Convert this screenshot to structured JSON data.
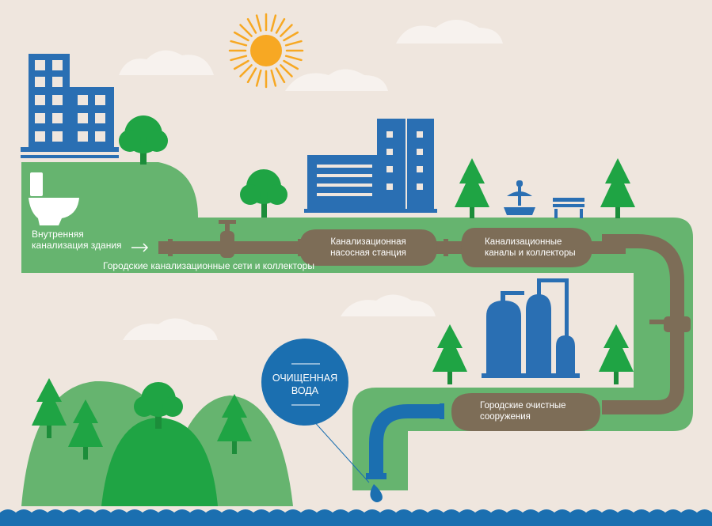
{
  "labels": {
    "internal_sewer_line1": "Внутренняя",
    "internal_sewer_line2": "канализация здания",
    "city_networks": "Городские канализационные сети и коллекторы",
    "pump_station_line1": "Канализационная",
    "pump_station_line2": "насосная станция",
    "sewer_channels_line1": "Канализационные",
    "sewer_channels_line2": "каналы и коллекторы",
    "treatment_line1": "Городские очистные",
    "treatment_line2": "сооружения",
    "purified_line1": "ОЧИЩЕННАЯ",
    "purified_line2": "ВОДА"
  },
  "colors": {
    "background": "#efe6de",
    "green": "#66b46f",
    "dark_green": "#2a9b45",
    "tree_green": "#1fa444",
    "blue": "#2a6fb3",
    "pipe_brown": "#7d6d57",
    "water_blue": "#1b6fb0",
    "sun": "#f7a823"
  },
  "icons": [
    "sun-icon",
    "building-icon",
    "toilet-icon",
    "tree-icon",
    "fountain-icon",
    "bench-icon",
    "factory-icon",
    "tank-icon",
    "water-drop-icon",
    "valve-icon"
  ]
}
